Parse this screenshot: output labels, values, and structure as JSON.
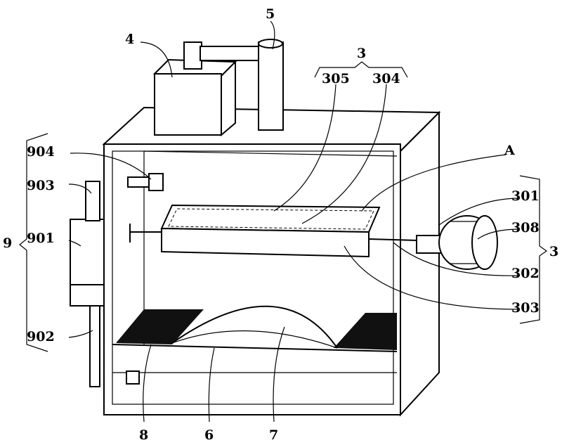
{
  "labels": {
    "l4": "4",
    "l5": "5",
    "l3_top": "3",
    "l305": "305",
    "l304": "304",
    "l904": "904",
    "lA": "A",
    "l903": "903",
    "l301": "301",
    "l308": "308",
    "l9": "9",
    "l901": "901",
    "l3_right": "3",
    "l302": "302",
    "l303": "303",
    "l902": "902",
    "l8": "8",
    "l6": "6",
    "l7": "7"
  }
}
